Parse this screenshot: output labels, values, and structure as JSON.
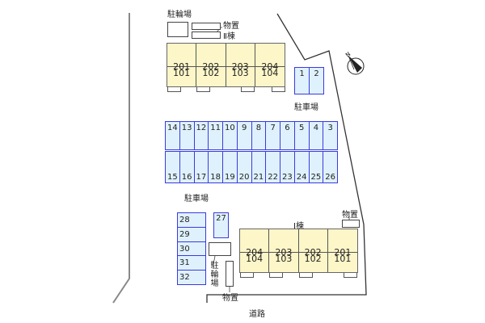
{
  "map": {
    "labels": {
      "bicycle_parking_top": "駐輪場",
      "storage_top": "物置",
      "building2": "Ⅱ棟",
      "parking_right": "駐車場",
      "parking_left": "駐車場",
      "building1": "Ⅰ棟",
      "storage_right": "物置",
      "bicycle_parking_bottom": [
        "駐",
        "輪",
        "場"
      ],
      "storage_bottom": "物置",
      "road": "道路",
      "compass_north": "N"
    },
    "building2_units": [
      {
        "upper": "201",
        "lower": "101"
      },
      {
        "upper": "202",
        "lower": "102"
      },
      {
        "upper": "203",
        "lower": "103"
      },
      {
        "upper": "204",
        "lower": "104"
      }
    ],
    "building1_units": [
      {
        "upper": "204",
        "lower": "104"
      },
      {
        "upper": "203",
        "lower": "103"
      },
      {
        "upper": "202",
        "lower": "102"
      },
      {
        "upper": "201",
        "lower": "101"
      }
    ],
    "parking_small": [
      "1",
      "2"
    ],
    "parking_row_top": [
      "14",
      "13",
      "12",
      "11",
      "10",
      "9",
      "8",
      "7",
      "6",
      "5",
      "4",
      "3"
    ],
    "parking_row_bottom": [
      "15",
      "16",
      "17",
      "18",
      "19",
      "20",
      "21",
      "22",
      "23",
      "24",
      "25",
      "26"
    ],
    "parking_single": "27",
    "parking_column": [
      "28",
      "29",
      "30",
      "31",
      "32"
    ],
    "colors": {
      "building_fill": "#fdf6c8",
      "parking_fill": "#dff1fc",
      "parking_border": "#3a3ae0",
      "boundary": "#333333"
    }
  }
}
